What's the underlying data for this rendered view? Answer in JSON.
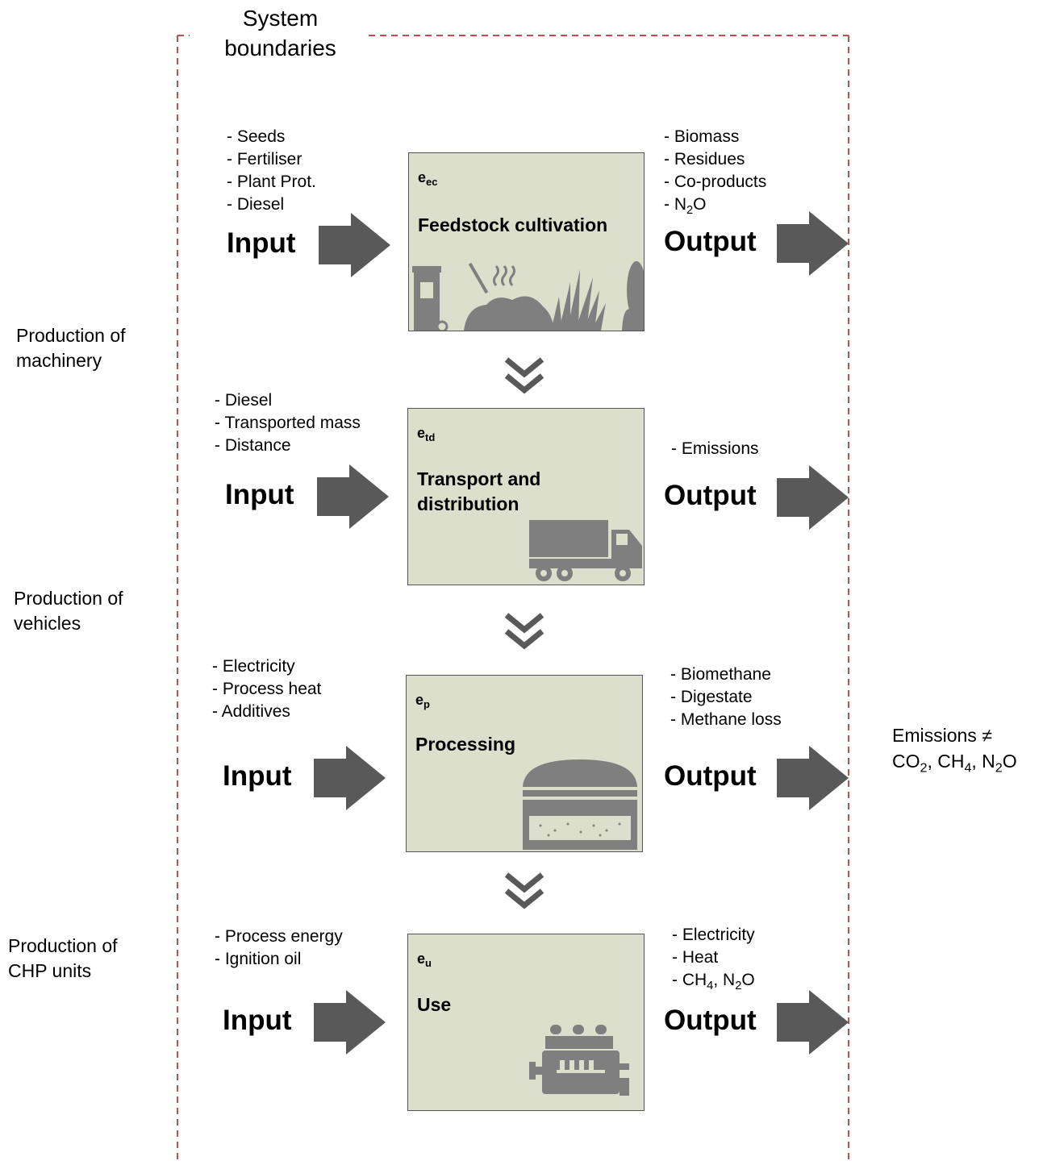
{
  "boundary": {
    "title_line1": "System",
    "title_line2": "boundaries"
  },
  "side_labels": [
    {
      "line1": "Production of",
      "line2": "machinery"
    },
    {
      "line1": "Production of",
      "line2": "vehicles"
    },
    {
      "line1": "Production of",
      "line2": "CHP units"
    }
  ],
  "io": {
    "input": "Input",
    "output": "Output"
  },
  "stages": [
    {
      "code": "e",
      "code_sub": "ec",
      "name": "Feedstock cultivation",
      "inputs": [
        "- Seeds",
        "- Fertiliser",
        "- Plant Prot.",
        "- Diesel"
      ],
      "outputs": [
        "- Biomass",
        "- Residues",
        "- Co-products"
      ],
      "output_n2o": {
        "prefix": "- N",
        "sub": "2",
        "suffix": "O"
      },
      "icon": "cultivation-icon"
    },
    {
      "code": "e",
      "code_sub": "td",
      "name_line1": "Transport and",
      "name_line2": "distribution",
      "inputs": [
        "- Diesel",
        "- Transported mass",
        "- Distance"
      ],
      "outputs": [
        "- Emissions"
      ],
      "icon": "truck-icon"
    },
    {
      "code": "e",
      "code_sub": "p",
      "name": "Processing",
      "inputs": [
        "- Electricity",
        "- Process heat",
        "- Additives"
      ],
      "outputs": [
        "- Biomethane",
        "- Digestate",
        "- Methane loss"
      ],
      "icon": "biogas-digester-icon"
    },
    {
      "code": "e",
      "code_sub": "u",
      "name": "Use",
      "inputs": [
        "- Process energy",
        "- Ignition oil"
      ],
      "outputs": [
        "- Electricity",
        "- Heat"
      ],
      "output_ghg": {
        "p1": "- CH",
        "s1": "4",
        "p2": ", N",
        "s2": "2",
        "p3": "O"
      },
      "icon": "engine-icon"
    }
  ],
  "emissions_note": {
    "line1": "Emissions ≠",
    "co": "CO",
    "co_sub": "2",
    "ch": ", CH",
    "ch_sub": "4",
    "n": ", N",
    "n_sub": "2",
    "o": "O"
  },
  "colors": {
    "box_fill": "#dcdfcc",
    "arrow": "#595959",
    "icon": "#7f7f7f",
    "boundary": "#c0504d"
  }
}
